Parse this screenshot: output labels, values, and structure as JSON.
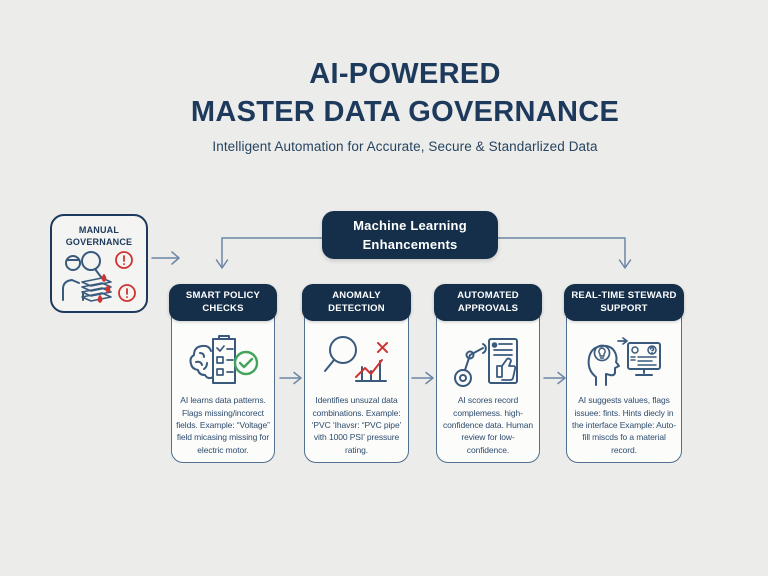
{
  "header": {
    "title_line1": "AI-POWERED",
    "title_line2": "MASTER DATA GOVERNANCE",
    "subtitle": "Intelligent Automation for Accurate, Secure & Standarlized Data"
  },
  "manual": {
    "label": "MANUAL GOVERNANCE",
    "icon": "person-magnifier-paper-stack-icon"
  },
  "ml_box": {
    "label_line1": "Machine Learning",
    "label_line2": "Enhancements"
  },
  "cards": [
    {
      "title": "SMART POLICY CHECKS",
      "icon": "brain-checklist-icon",
      "description": "AI learns data patterns. Flags missing/incorect fields. Example: “Voltage” field micasing missing for electric motor."
    },
    {
      "title": "ANOMALY DETECTION",
      "icon": "magnifier-anomaly-chart-icon",
      "description": "Identifies unsuzal data combinations. Example: ‘PVC ‘Ihavsr: “PVC pipe’ vith 1000 PSI’ pressure rating."
    },
    {
      "title": "AUTOMATED APPROVALS",
      "icon": "robot-arm-approval-icon",
      "description": "AI scores record complemess. high-confidence data. Human review for low-confidence."
    },
    {
      "title": "REAL-TIME STEWARD SUPPORT",
      "icon": "head-bulb-monitor-icon",
      "description": "AI suggests values, flags issuee: fints. Hints diecly in the interface Example: Auto-fill miscds fo a material record."
    }
  ],
  "colors": {
    "background": "#ECECEA",
    "navy": "#1D3A5C",
    "header_navy": "#152F4A",
    "line": "#6B87A5",
    "red": "#CF3433",
    "green": "#43A45C"
  }
}
